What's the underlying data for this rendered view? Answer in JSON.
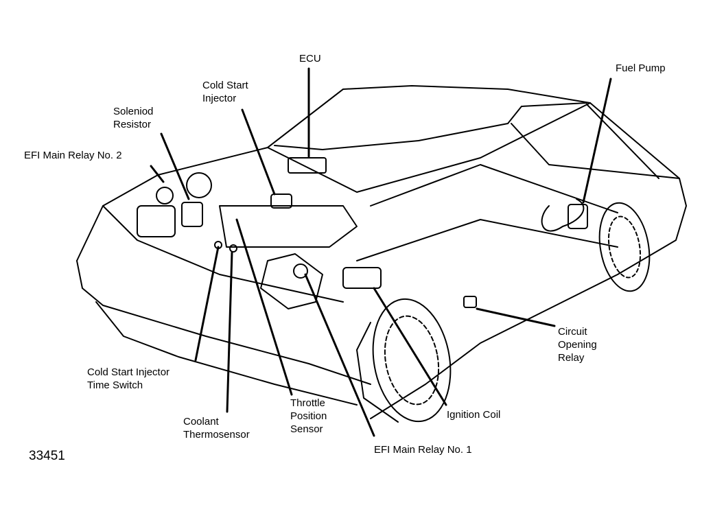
{
  "diagram": {
    "figure_number": "33451",
    "labels": {
      "ecu": "ECU",
      "fuel_pump": "Fuel Pump",
      "cold_start_injector": "Cold Start\nInjector",
      "solenoid_resistor": "Soleniod\nResistor",
      "efi_main_relay_2": "EFI Main Relay No. 2",
      "cold_start_injector_time_switch": "Cold Start Injector\nTime Switch",
      "coolant_thermosensor": "Coolant\nThermosensor",
      "throttle_position_sensor": "Throttle\nPosition\nSensor",
      "efi_main_relay_1": "EFI Main Relay No. 1",
      "ignition_coil": "Ignition Coil",
      "circuit_opening_relay": "Circuit\nOpening\nRelay"
    },
    "colors": {
      "ink": "#000000",
      "background": "#ffffff"
    }
  }
}
